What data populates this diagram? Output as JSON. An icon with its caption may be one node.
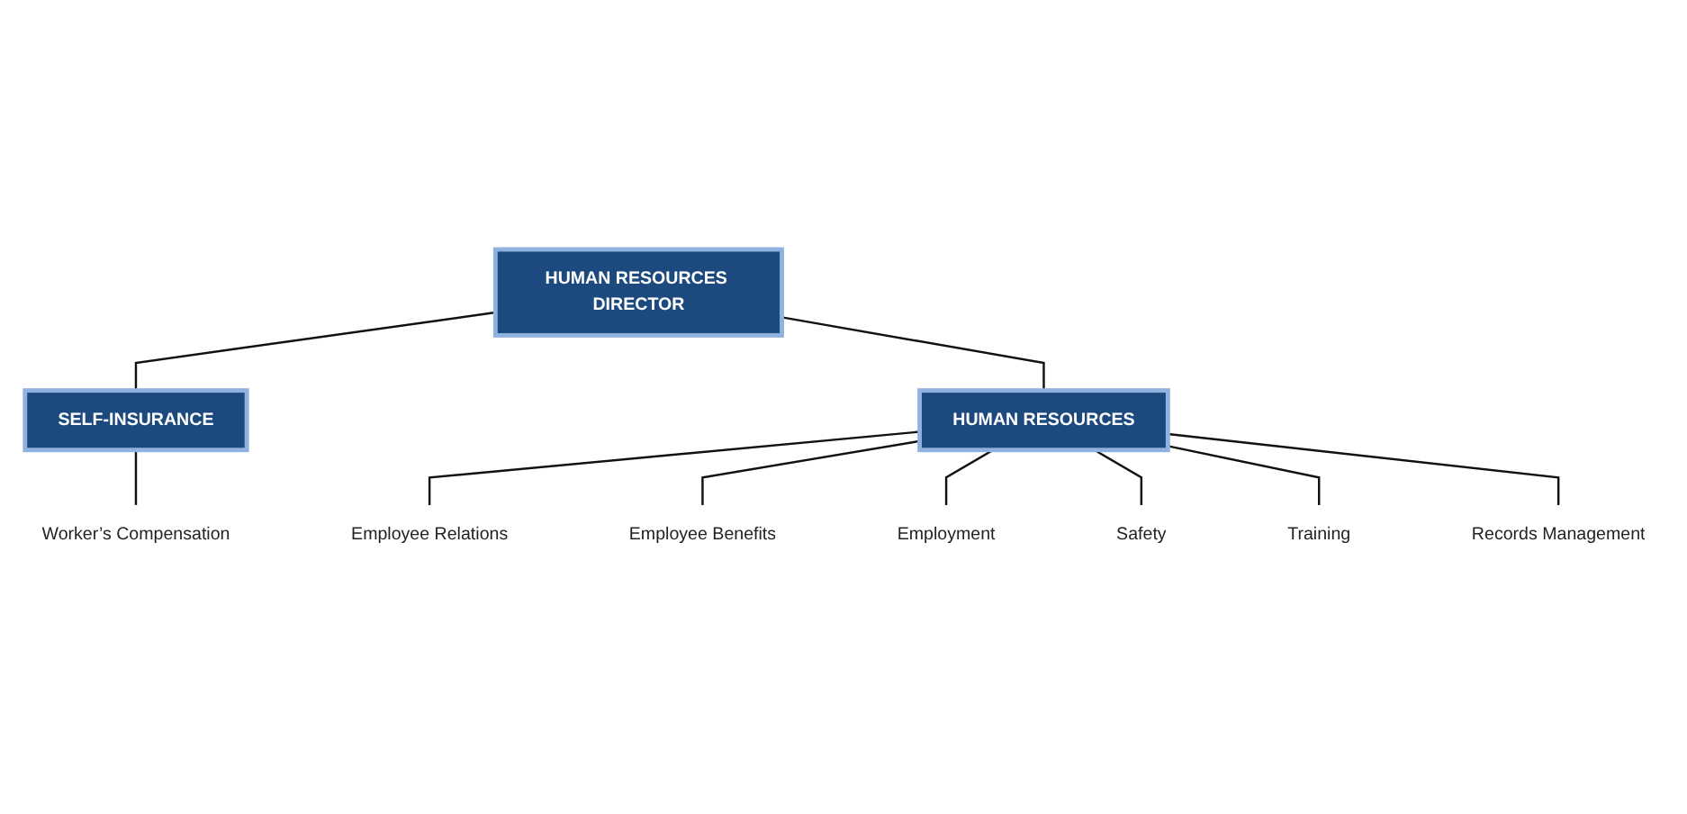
{
  "diagram": {
    "nodes": [
      {
        "text": [
          "HUMAN RESOURCES DIRECTOR"
        ]
      },
      {
        "text": [
          "SELF-INSURANCE"
        ]
      },
      {
        "text": [
          "Worker’s Compensation"
        ]
      },
      {
        "text": [
          "HUMAN RESOURCES"
        ]
      },
      {
        "text": [
          "Employee Relations"
        ]
      },
      {
        "text": [
          "Employee Benefits"
        ]
      },
      {
        "text": [
          "Employment"
        ]
      },
      {
        "text": [
          "Safety"
        ]
      },
      {
        "text": [
          "Training"
        ]
      },
      {
        "text": [
          "Records Management"
        ]
      }
    ],
    "edges": [
      {
        "from": 0,
        "to": 1,
        "arrow": "none"
      },
      {
        "from": 0,
        "to": 3,
        "arrow": "none"
      },
      {
        "from": 1,
        "to": 2,
        "arrow": "none"
      },
      {
        "from": 3,
        "to": 4,
        "arrow": "none"
      },
      {
        "from": 3,
        "to": 5,
        "arrow": "none"
      },
      {
        "from": 3,
        "to": 6,
        "arrow": "none"
      },
      {
        "from": 3,
        "to": 7,
        "arrow": "none"
      },
      {
        "from": 3,
        "to": 8,
        "arrow": "none"
      },
      {
        "from": 3,
        "to": 9,
        "arrow": "none"
      }
    ]
  }
}
